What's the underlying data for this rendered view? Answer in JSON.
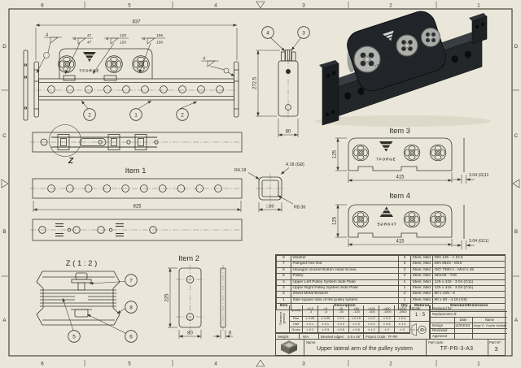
{
  "sheet": {
    "paper_color": "#eae7da",
    "line_color": "#3a392f",
    "grid_cols": [
      "6",
      "5",
      "4",
      "3",
      "2",
      "1"
    ],
    "grid_rows": [
      "D",
      "C",
      "B",
      "A"
    ],
    "brand": "TFORGE"
  },
  "views": {
    "front": {
      "dim_overall": "837",
      "weld_left": "4",
      "weld_a_size": "4",
      "weld_a_top": "47",
      "weld_a_bottom": "47",
      "weld_b_size": "4",
      "weld_b_top": "120",
      "weld_b_bottom": "120",
      "weld_c_size": "4",
      "weld_c_top": "156",
      "weld_c_bottom": "156",
      "weld_right": "4",
      "balloon_left": "2",
      "balloon_mid": "1",
      "balloon_right": "2"
    },
    "side": {
      "balloon_a": "4",
      "balloon_b": "3",
      "dim_height": "272.5",
      "dim_width": "80"
    },
    "tube_section": {
      "radius_outer": "R4.18",
      "wall": "4.18 (G8)",
      "radius_inner": "R8.36",
      "dim_size": "□80"
    },
    "plan": {
      "detail_mark": "Z"
    },
    "item1": {
      "title": "Item 1",
      "dim_length": "825"
    },
    "detail_z": {
      "title": "Z ( 1 : 2 )",
      "balloon_nut_top": "7",
      "balloon_plate": "8",
      "balloon_pulley": "5",
      "balloon_nut_bottom": "6"
    },
    "item2": {
      "title": "Item 2",
      "dim_height": "225",
      "dim_width": "80",
      "dim_thickness": "6"
    },
    "item3": {
      "title": "Item 3",
      "dim_height": "125",
      "dim_length": "415",
      "dim_thickness": "3.04 (G)11"
    },
    "item4": {
      "title": "Item 4",
      "dim_height": "125",
      "dim_length": "415",
      "dim_thickness": "3.04 (G11)"
    }
  },
  "bom": {
    "headers": {
      "item": "Item",
      "description": "Description",
      "qty": "Qty.",
      "material": "Material",
      "standard": "Standard/Dimension"
    },
    "rows": [
      {
        "item": "8",
        "description": "Washer",
        "qty": "3",
        "material": "Steel, Mild",
        "standard": "DIN 125 - A 10.5"
      },
      {
        "item": "7",
        "description": "Flanged Hex Nut",
        "qty": "3",
        "material": "Steel, Mild",
        "standard": "DIN 6923 - M10"
      },
      {
        "item": "6",
        "description": "Hexagon Socket Button Head Screw",
        "qty": "3",
        "material": "Steel, Mild",
        "standard": "ISO 7380-1 - M10 x 45"
      },
      {
        "item": "5",
        "description": "Pulley",
        "qty": "3",
        "material": "Steel, Mild",
        "standard": "ND100 - T25"
      },
      {
        "item": "4",
        "description": "Upper Left Pulley System Side Plate",
        "qty": "1",
        "material": "Steel, Mild",
        "standard": "125 x 415 - 3.04 (G11)"
      },
      {
        "item": "3",
        "description": "Upper Right Pulley System Side Plate",
        "qty": "1",
        "material": "Steel, Mild",
        "standard": "125 x 415 - 3.04 (G11)"
      },
      {
        "item": "2",
        "description": "Sheet Metal Bracket",
        "qty": "2",
        "material": "Steel, Mild",
        "standard": "80 x 225 - 6"
      },
      {
        "item": "1",
        "description": "Side square tube of the pulley system",
        "qty": "1",
        "material": "Steel, Mild",
        "standard": "80 x 80 - 4.18 (G8)"
      }
    ]
  },
  "tolerances": {
    "side_label_1": "Tolerance",
    "side_label_2": "general",
    "quality_label": "Quality",
    "ranges": [
      {
        "a": ">0.5",
        "b": "..3"
      },
      {
        "a": ">3",
        "b": "..6"
      },
      {
        "a": ">6",
        "b": "..30"
      },
      {
        "a": ">30",
        "b": "..120"
      },
      {
        "a": ">120",
        "b": "..400"
      },
      {
        "a": ">400",
        "b": "..1000"
      },
      {
        "a": ">1000",
        "b": "..2000"
      }
    ],
    "fine": {
      "label": "Fine",
      "v": [
        "± 0.05",
        "± 0.05",
        "± 0.1",
        "± 0.15",
        "± 0.2",
        "± 0.3",
        "± 0.5"
      ]
    },
    "half": {
      "label": "Half",
      "v": [
        "± 0.1",
        "± 0.1",
        "± 0.2",
        "± 0.3",
        "± 0.5",
        "± 0.8",
        "± 1.2"
      ]
    },
    "gross": {
      "label": "Gross",
      "v": [
        "± 0.2",
        "± 0.3",
        "± 0.5",
        "± 0.8",
        "± 1.2",
        "± 2",
        "± 3"
      ]
    }
  },
  "title_block": {
    "scale_label": "Scale:",
    "scale_value": "1 : 5",
    "replaced_for": "Replaced for:",
    "replacement_of": "Replacement of:",
    "date_header": "Date",
    "name_header": "Name",
    "design_label": "Design",
    "design_date": "11/5/2023",
    "design_name": "Jorge D. Goytia Valdivia",
    "reviewed_label": "Reviewed",
    "approved_label": "Approved",
    "weight_label": "Weight:",
    "weight_value": "N/A.",
    "bevel_label": "Beveled edges:",
    "bevel_value": "0.5 x 45°",
    "project_code_label": "Project Code:",
    "project_code_value": "TF-PR",
    "name_label": "Name:",
    "drawing_title": "Upper lateral arm of the pulley system",
    "part_code_label": "Part code:",
    "part_code_value": "TF-PR-3-A3",
    "part_no_label": "Part Nº:",
    "part_no_value": "3"
  }
}
